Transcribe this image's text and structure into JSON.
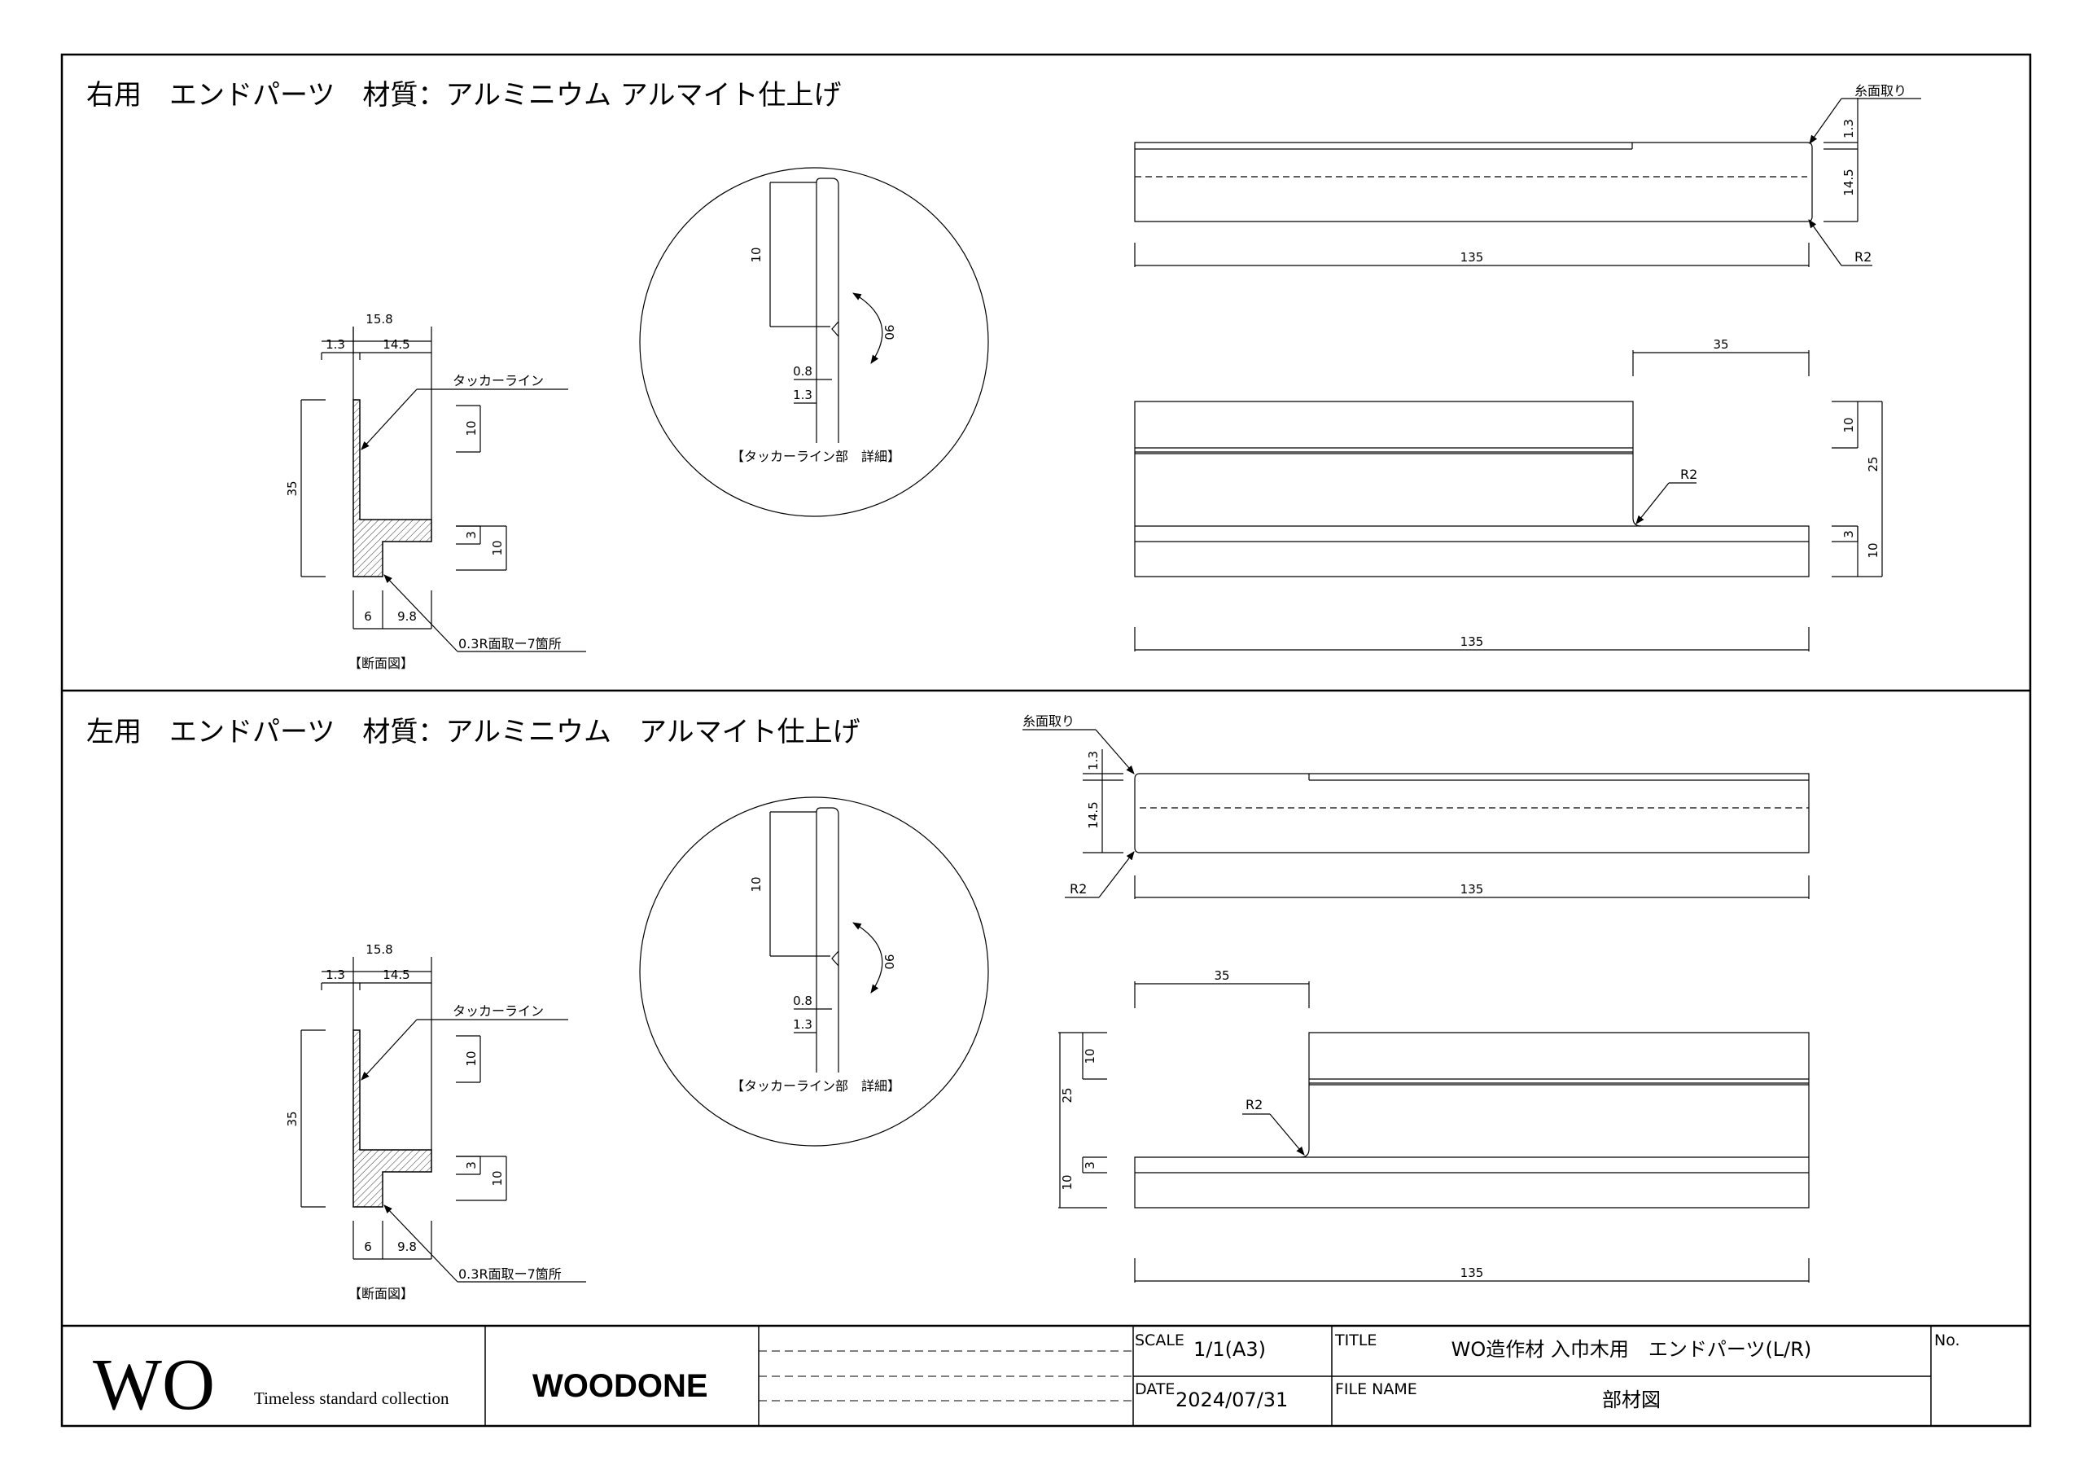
{
  "sections": {
    "right": {
      "heading": "右用　エンドパーツ　材質：アルミニウム アルマイト仕上げ",
      "cross_section": {
        "dim_overall_width": "15.8",
        "dim_lip": "1.3",
        "dim_face": "14.5",
        "tacker_line": "タッカーライン",
        "dim_height": "35",
        "dim_upper": "10",
        "dim_flange": "3",
        "dim_flange_total": "10",
        "dim_base_left": "6",
        "dim_base_right": "9.8",
        "chamfer_note": "0.3R面取ー7箇所",
        "caption": "【断面図】"
      },
      "detail": {
        "dim_groove_height": "10",
        "dim_groove_depth": "0.8",
        "dim_wall": "1.3",
        "angle": "90",
        "caption": "【タッカーライン部　詳細】"
      },
      "top_view": {
        "chamfer_note": "糸面取り",
        "dim_thin": "1.3",
        "dim_thick": "14.5",
        "radius": "R2",
        "dim_length": "135"
      },
      "front_view": {
        "dim_riser": "35",
        "dim_upper": "10",
        "dim_total": "25",
        "dim_flange": "3",
        "dim_flange_total": "10",
        "radius": "R2",
        "dim_length": "135"
      }
    },
    "left": {
      "heading": "左用　エンドパーツ　材質：アルミニウム　アルマイト仕上げ",
      "cross_section": {
        "dim_overall_width": "15.8",
        "dim_lip": "1.3",
        "dim_face": "14.5",
        "tacker_line": "タッカーライン",
        "dim_height": "35",
        "dim_upper": "10",
        "dim_flange": "3",
        "dim_flange_total": "10",
        "dim_base_left": "6",
        "dim_base_right": "9.8",
        "chamfer_note": "0.3R面取ー7箇所",
        "caption": "【断面図】"
      },
      "detail": {
        "dim_groove_height": "10",
        "dim_groove_depth": "0.8",
        "dim_wall": "1.3",
        "angle": "90",
        "caption": "【タッカーライン部　詳細】"
      },
      "top_view": {
        "chamfer_note": "糸面取り",
        "dim_thin": "1.3",
        "dim_thick": "14.5",
        "radius": "R2",
        "dim_length": "135"
      },
      "front_view": {
        "dim_riser": "35",
        "dim_upper": "10",
        "dim_total": "25",
        "dim_flange": "3",
        "dim_flange_total": "10",
        "radius": "R2",
        "dim_length": "135"
      }
    }
  },
  "title_block": {
    "logo_wo": "WO",
    "tagline": "Timeless standard collection",
    "brand": "WOODONE",
    "scale_label": "SCALE",
    "scale_value": "1/1(A3)",
    "date_label": "DATE",
    "date_value": "2024/07/31",
    "title_label": "TITLE",
    "title_value": "WO造作材 入巾木用　エンドパーツ(L/R)",
    "file_label": "FILE NAME",
    "file_value": "部材図",
    "no_label": "No."
  }
}
